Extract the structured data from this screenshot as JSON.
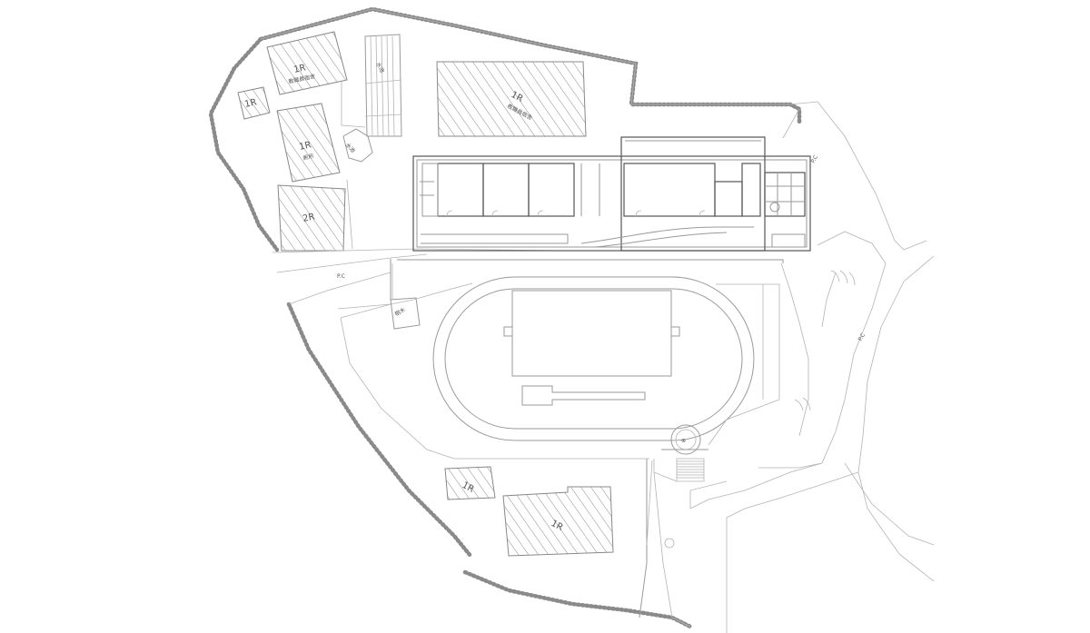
{
  "drawing": {
    "type": "site plan",
    "accent_color": "#9a9a9a",
    "hatch_color": "#8c8c8c"
  },
  "buildings": {
    "b1": {
      "label": "1R",
      "sub": "教職員宿舍"
    },
    "b2": {
      "label": "1R"
    },
    "b3": {
      "label": "1R",
      "sub": "廁所"
    },
    "b4": {
      "label": "2R"
    },
    "b5": {
      "label": "1R",
      "sub": "教職員宿舍"
    },
    "b6": {
      "label": "1R"
    },
    "b7": {
      "label": "1R"
    }
  },
  "pools": {
    "p1": {
      "label": "水池"
    },
    "p2": {
      "label": "水池"
    }
  },
  "roads": {
    "r1": {
      "label": "P.C"
    },
    "r2": {
      "label": "P.C"
    },
    "r3": {
      "label": "P.C"
    }
  },
  "trees": {
    "t1": {
      "label": "樹木"
    }
  }
}
